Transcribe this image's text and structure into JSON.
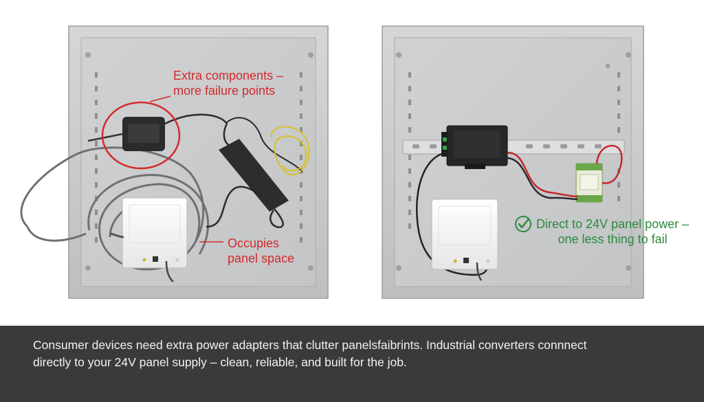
{
  "left_panel": {
    "annotation_top": [
      "Extra components –",
      "more failure points"
    ],
    "annotation_bottom": [
      "Occupies",
      "panel space"
    ]
  },
  "right_panel": {
    "annotation": [
      "Direct to 24V panel power –",
      "one less thing to fail"
    ],
    "check_icon": "check-circle-icon"
  },
  "caption": {
    "line1": "Consumer devices need extra power adapters that clutter panelsfaibrints. Industrial converters   connnect",
    "line2": "directly to your 24V panel supply – clean, reliable, and built for the job."
  },
  "colors": {
    "annotation_red": "#d42a2a",
    "annotation_green": "#2a8a3a",
    "caption_bg": "#3a3a3a"
  }
}
